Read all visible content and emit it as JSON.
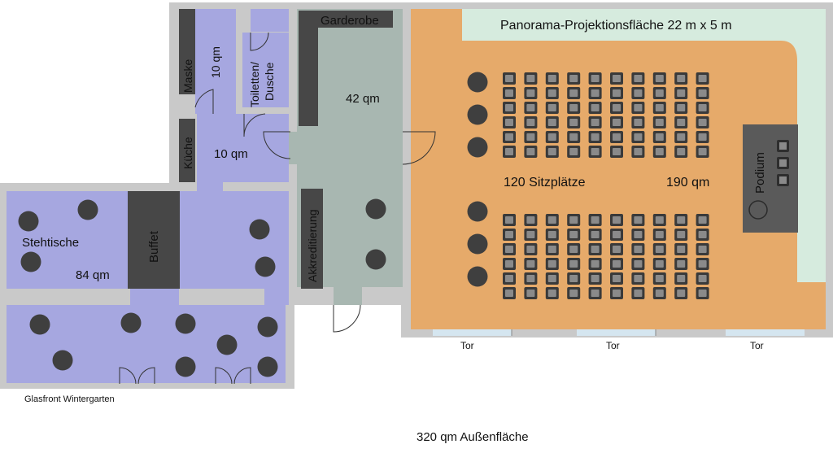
{
  "colors": {
    "wall": "#c9c9c9",
    "lounge": "#a6a7e0",
    "lobby": "#a8b7b1",
    "hall": "#e6aa6a",
    "screen": "#d6ebde",
    "dark": "#474747",
    "podium": "#5a5a5a",
    "table": "#3f3f3f",
    "chair": "#3a3a3a",
    "gate": "#d5e6f0"
  },
  "labels": {
    "garderobe": "Garderobe",
    "panorama": "Panorama-Projektionsfläche 22 m x 5 m",
    "maske": "Maske",
    "area_small": "10 qm",
    "toiletten_line1": "Toiletten/",
    "toiletten_line2": "Dusche",
    "area_lobby": "42 qm",
    "kueche": "Küche",
    "area_corridor": "10 qm",
    "sitzplaetze": "120 Sitzplätze",
    "area_hall": "190 qm",
    "podium": "Podium",
    "stehtische": "Stehtische",
    "buffet": "Buffet",
    "area_lounge": "84 qm",
    "akkreditierung": "Akkreditierung",
    "tor_left": "Tor",
    "tor_mid": "Tor",
    "tor_right": "Tor",
    "glasfront": "Glasfront Wintergarten",
    "aussen": "320 qm Außenfläche"
  },
  "seating": {
    "total_seats": 120,
    "blocks": 2,
    "rows_per_block": 6,
    "seats_per_row": 10
  },
  "furniture": {
    "round_tables": 21,
    "podium_chairs": 3
  }
}
